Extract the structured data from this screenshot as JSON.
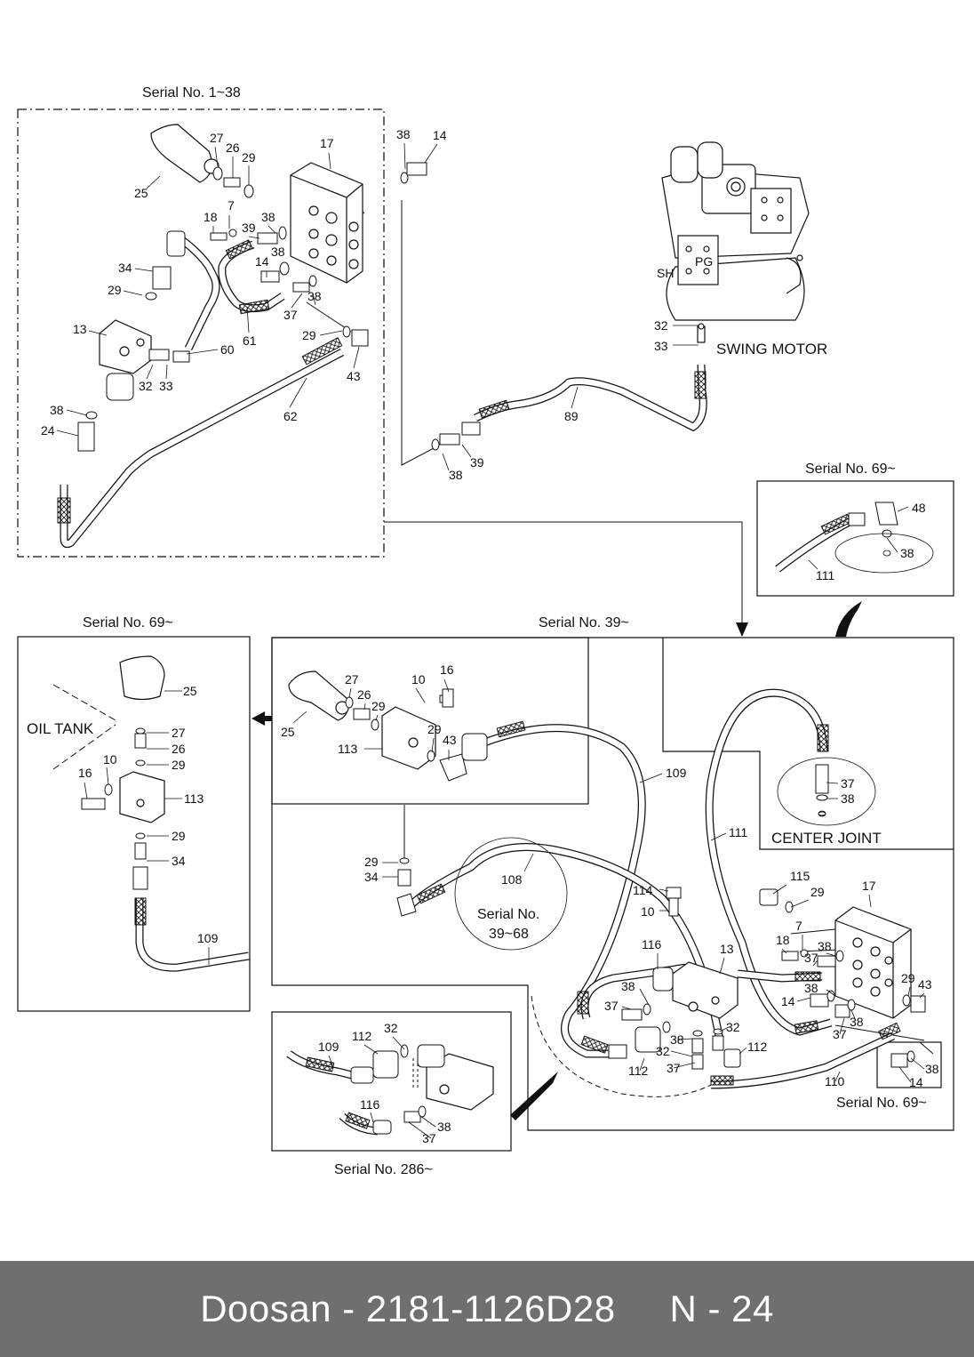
{
  "headers": {
    "serial_1_38": "Serial No. 1~38",
    "serial_69_top_right": "Serial No. 69~",
    "serial_69_left": "Serial No. 69~",
    "serial_39": "Serial No. 39~",
    "serial_69_bottom_right": "Serial No. 69~",
    "serial_286": "Serial No. 286~",
    "serial_39_68_line1": "Serial No.",
    "serial_39_68_line2": "39~68"
  },
  "component_labels": {
    "swing_motor": "SWING MOTOR",
    "oil_tank": "OIL TANK",
    "center_joint": "CENTER JOINT",
    "sh": "SH",
    "pg": "PG"
  },
  "part_numbers": {
    "p1": "27",
    "p2": "26",
    "p3": "29",
    "p4": "17",
    "p5": "38",
    "p6": "14",
    "p7": "25",
    "p8": "18",
    "p9": "7",
    "p10": "38",
    "p11": "39",
    "p12": "38",
    "p13": "14",
    "p14": "34",
    "p15": "29",
    "p16": "38",
    "p17": "37",
    "p18": "13",
    "p19": "60",
    "p20": "61",
    "p21": "29",
    "p22": "43",
    "p23": "32",
    "p24": "33",
    "p25": "38",
    "p26": "24",
    "p27": "62",
    "p28": "89",
    "p29": "39",
    "p30": "38",
    "p31": "32",
    "p32": "33",
    "p33": "48",
    "p34": "38",
    "p35": "111",
    "p36": "25",
    "p37": "27",
    "p38": "26",
    "p39": "29",
    "p40": "10",
    "p41": "16",
    "p42": "113",
    "p43": "29",
    "p44": "34",
    "p45": "109",
    "p46": "27",
    "p47": "26",
    "p48": "29",
    "p49": "25",
    "p50": "10",
    "p51": "16",
    "p52": "29",
    "p53": "43",
    "p54": "113",
    "p55": "109",
    "p56": "29",
    "p57": "34",
    "p58": "108",
    "p59": "111",
    "p60": "37",
    "p61": "38",
    "p62": "115",
    "p63": "29",
    "p64": "17",
    "p65": "114",
    "p66": "10",
    "p67": "116",
    "p68": "13",
    "p69": "18",
    "p70": "7",
    "p71": "38",
    "p72": "37",
    "p73": "38",
    "p74": "37",
    "p75": "38",
    "p76": "14",
    "p77": "29",
    "p78": "43",
    "p79": "32",
    "p80": "38",
    "p81": "32",
    "p82": "112",
    "p83": "112",
    "p84": "37",
    "p85": "37",
    "p86": "38",
    "p87": "110",
    "p88": "38",
    "p89": "14",
    "p90": "109",
    "p91": "112",
    "p92": "32",
    "p93": "116",
    "p94": "38",
    "p95": "37"
  },
  "footer": {
    "brand": "Doosan",
    "separator": " - ",
    "part_number": "2181-1126D28",
    "page": "N - 24"
  },
  "colors": {
    "line": "#111111",
    "footer_bg": "#6f6f6f",
    "footer_text": "#ffffff"
  }
}
